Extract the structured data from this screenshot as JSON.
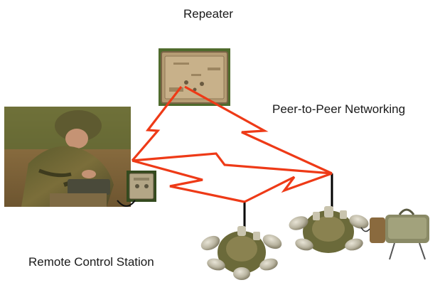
{
  "labels": {
    "repeater": "Repeater",
    "peer_to_peer": "Peer-to-Peer Networking",
    "remote_control_station": "Remote Control Station"
  },
  "colors": {
    "link": "#ee3a17",
    "mast": "#000000",
    "olive": "#6b6a3a",
    "khaki": "#b8aa7a"
  },
  "icons": [
    "repeater-unit-photo",
    "soldier-operator-photo",
    "handheld-controller-photo",
    "sensor-node-photo",
    "sensor-node-photo",
    "mine-device-photo"
  ]
}
